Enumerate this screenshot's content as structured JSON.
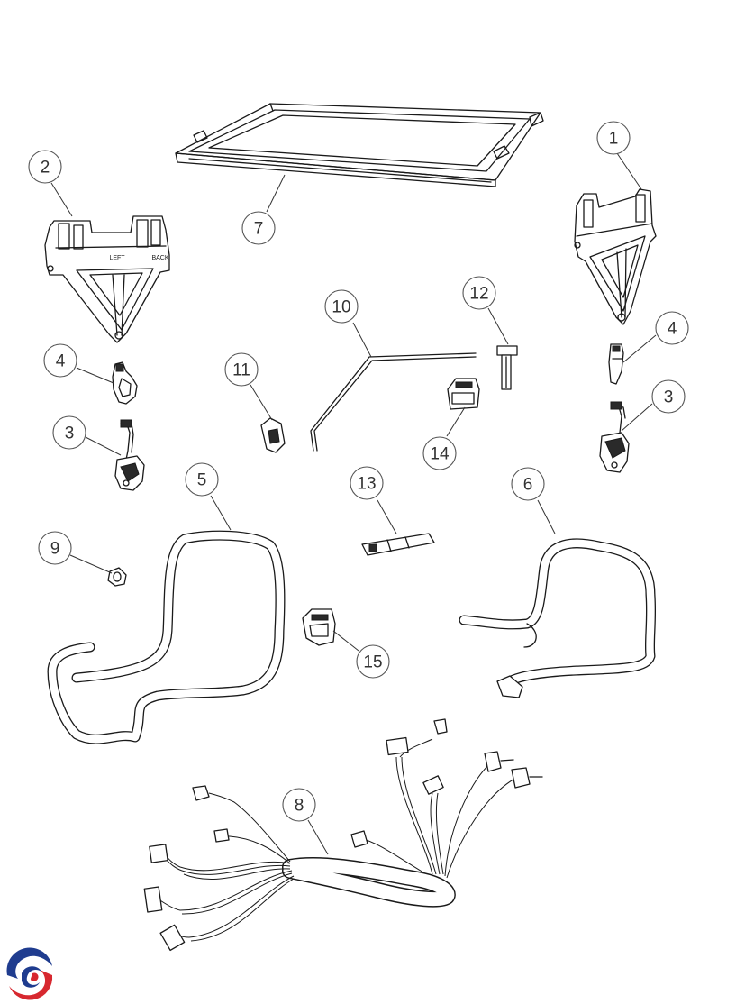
{
  "callouts": [
    {
      "id": "c1",
      "label": "1"
    },
    {
      "id": "c2",
      "label": "2"
    },
    {
      "id": "c3a",
      "label": "3"
    },
    {
      "id": "c3b",
      "label": "3"
    },
    {
      "id": "c4a",
      "label": "4"
    },
    {
      "id": "c4b",
      "label": "4"
    },
    {
      "id": "c5",
      "label": "5"
    },
    {
      "id": "c6",
      "label": "6"
    },
    {
      "id": "c7",
      "label": "7"
    },
    {
      "id": "c8",
      "label": "8"
    },
    {
      "id": "c9",
      "label": "9"
    },
    {
      "id": "c10",
      "label": "10"
    },
    {
      "id": "c11",
      "label": "11"
    },
    {
      "id": "c12",
      "label": "12"
    },
    {
      "id": "c13",
      "label": "13"
    },
    {
      "id": "c14",
      "label": "14"
    },
    {
      "id": "c15",
      "label": "15"
    }
  ],
  "bracket_markings": {
    "left": "LEFT",
    "back": "BACK"
  },
  "colors": {
    "logo_blue": "#1f3c8f",
    "logo_red": "#d7282f",
    "line": "#1a1a1a"
  },
  "logo": {
    "icon": "brand-swirl-logo"
  }
}
